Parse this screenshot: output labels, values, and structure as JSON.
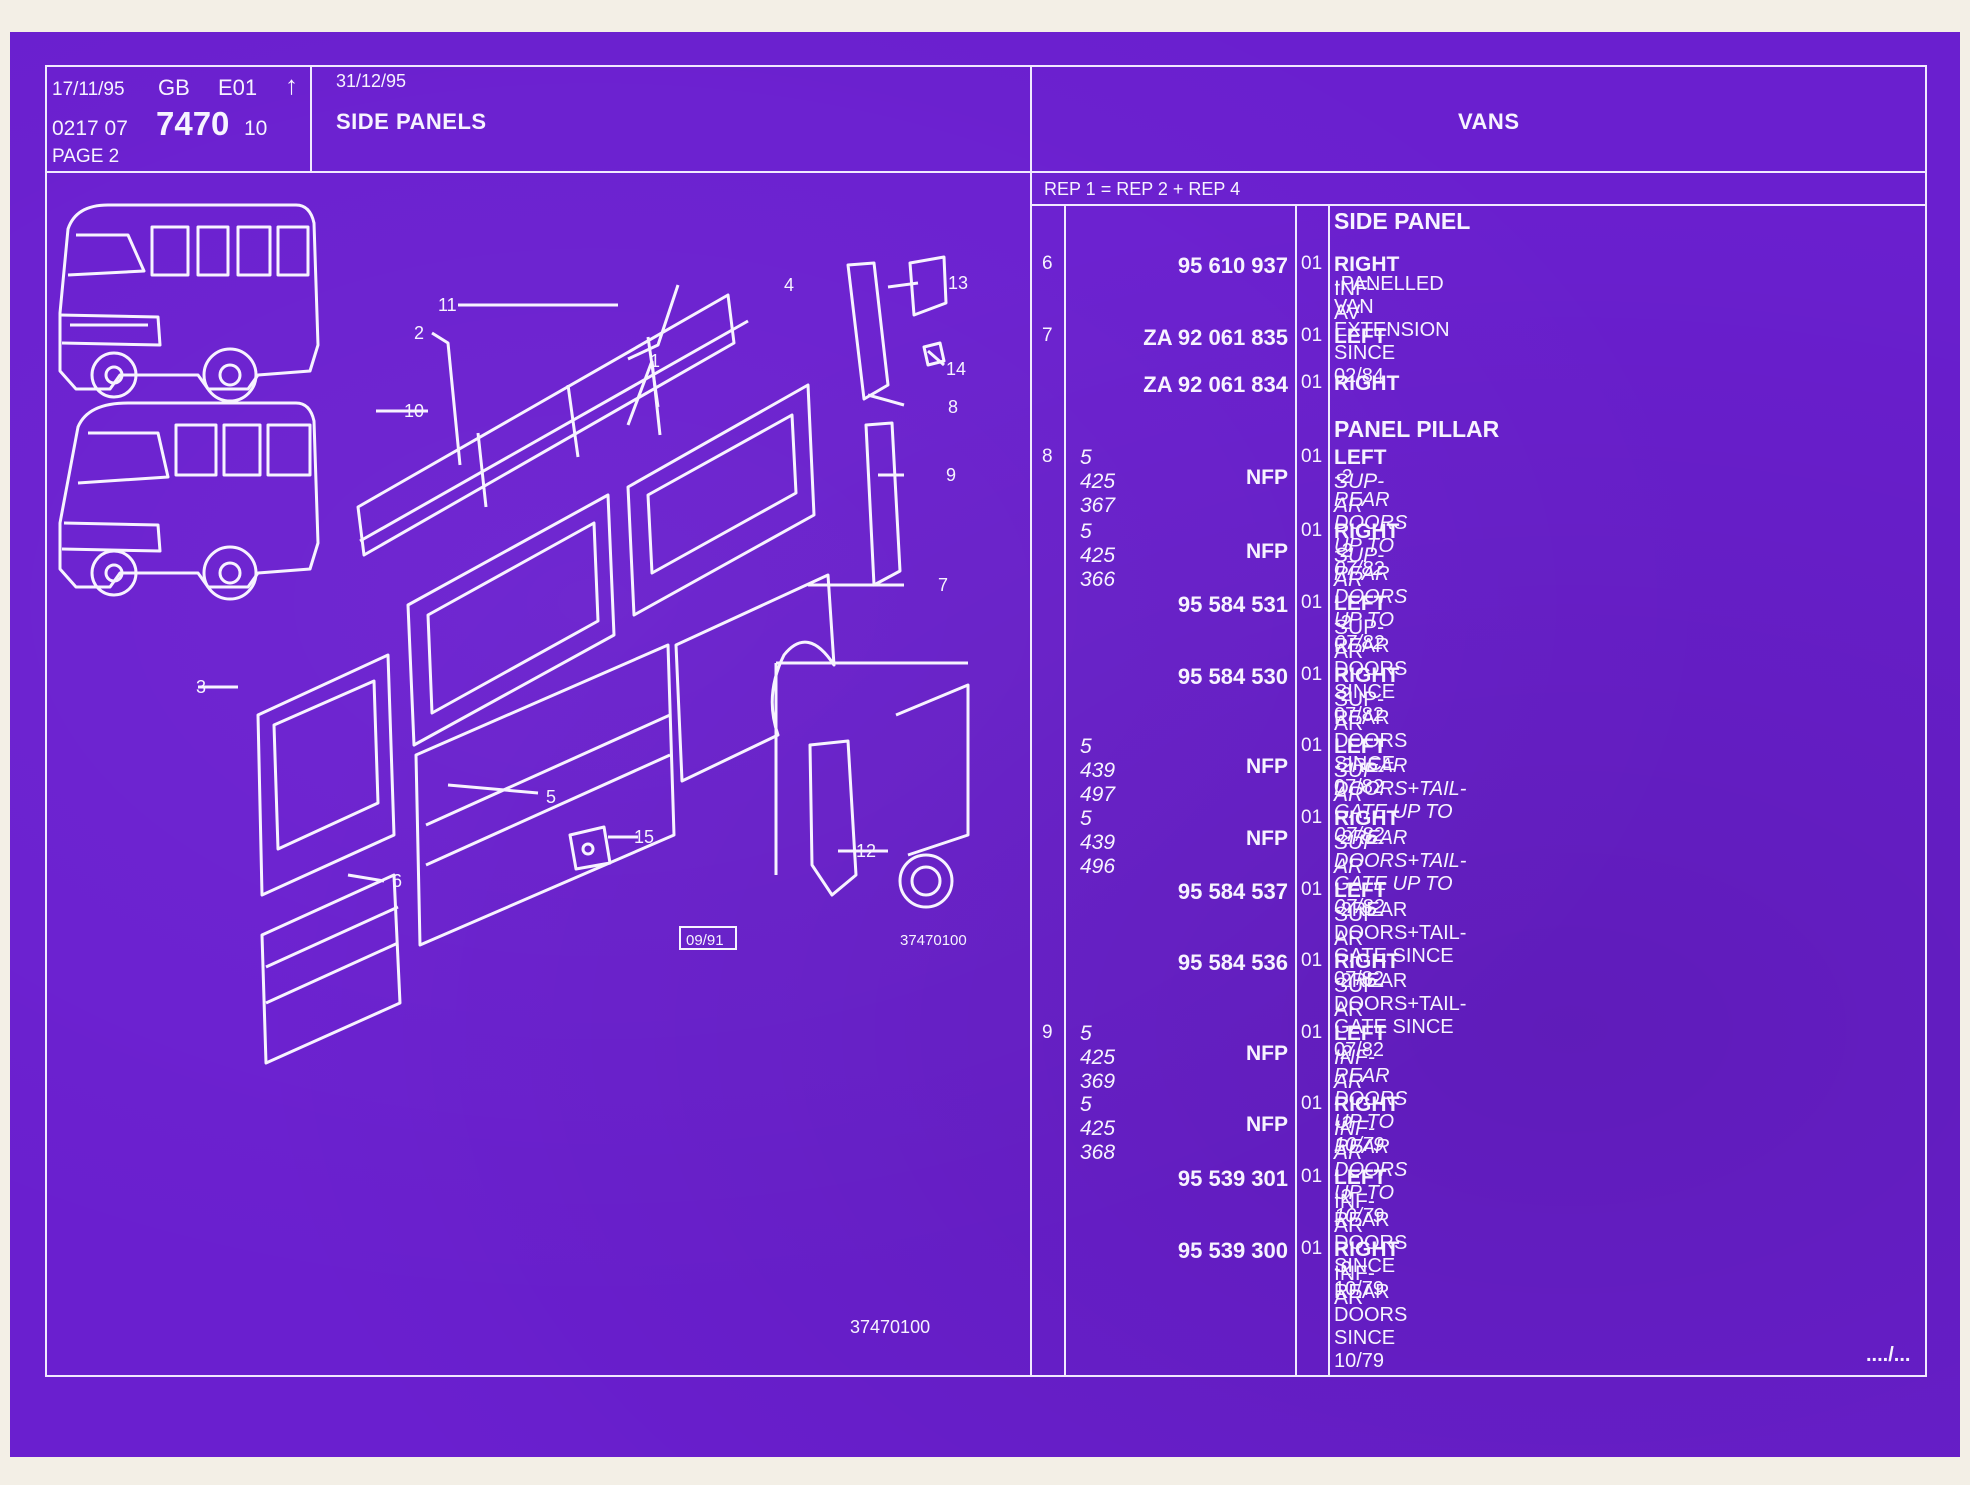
{
  "header": {
    "date1": "17/11/95",
    "lang": "GB",
    "edition": "E01",
    "arrow": "↑",
    "code_prefix": "0217  07",
    "code_main": "7470",
    "code_suffix": "10",
    "page": "PAGE  2",
    "date2": "31/12/95",
    "section_title": "SIDE PANELS",
    "vehicle": "VANS"
  },
  "rep_note": "REP 1  =  REP 2  +  REP 4",
  "diagram": {
    "callouts": [
      "1",
      "2",
      "3",
      "4",
      "5",
      "6",
      "7",
      "8",
      "9",
      "10",
      "11",
      "12",
      "13",
      "14",
      "15"
    ],
    "date_box": "09/91",
    "inset_ref": "37470100",
    "footer_ref": "37470100"
  },
  "continuation": "..../...",
  "parts": [
    {
      "type": "title",
      "text": "SIDE PANEL"
    },
    {
      "ref": "6",
      "pn": "95 610 937",
      "pn_style": "right",
      "qty": "01",
      "side": "RIGHT",
      "pos": "INF-AV",
      "pos_italic": false,
      "note": "-PANELLED VAN EXTENSION SINCE 02/84",
      "note_italic": false,
      "nfp": ""
    },
    {
      "ref": "7",
      "pn": "ZA 92 061 835",
      "pn_style": "right",
      "qty": "01",
      "side": "LEFT",
      "pos": "",
      "pos_italic": false,
      "note": "",
      "note_italic": false,
      "nfp": ""
    },
    {
      "ref": "",
      "pn": "ZA 92 061 834",
      "pn_style": "right",
      "qty": "01",
      "side": "RIGHT",
      "pos": "",
      "pos_italic": false,
      "note": "",
      "note_italic": false,
      "nfp": ""
    },
    {
      "type": "title",
      "text": "PANEL PILLAR"
    },
    {
      "ref": "8",
      "pn": "5 425 367",
      "pn_style": "left",
      "qty": "01",
      "side": "LEFT",
      "pos": "SUP-AR",
      "pos_italic": true,
      "note": "-2 REAR DOORS UP TO 07/82",
      "note_italic": true,
      "nfp": "NFP"
    },
    {
      "ref": "",
      "pn": "5 425 366",
      "pn_style": "left",
      "qty": "01",
      "side": "RIGHT",
      "pos": "SUP-AR",
      "pos_italic": true,
      "note": "-2 REAR DOORS UP TO 07/82",
      "note_italic": true,
      "nfp": "NFP"
    },
    {
      "ref": "",
      "pn": "95 584 531",
      "pn_style": "right",
      "qty": "01",
      "side": "LEFT",
      "pos": "SUP-AR",
      "pos_italic": false,
      "note": "-2 REAR DOORS SINCE 07/82",
      "note_italic": false,
      "nfp": ""
    },
    {
      "ref": "",
      "pn": "95 584 530",
      "pn_style": "right",
      "qty": "01",
      "side": "RIGHT",
      "pos": "SUP-AR",
      "pos_italic": false,
      "note": "-2 REAR DOORS SINCE 07/82",
      "note_italic": false,
      "nfp": ""
    },
    {
      "ref": "",
      "pn": "5 439 497",
      "pn_style": "left",
      "qty": "01",
      "side": "LEFT",
      "pos": "SUP-AR",
      "pos_italic": true,
      "note": "-2REAR DOORS+TAIL-GATE UP TO 07/82",
      "note_italic": true,
      "nfp": "NFP"
    },
    {
      "ref": "",
      "pn": "5 439 496",
      "pn_style": "left",
      "qty": "01",
      "side": "RIGHT",
      "pos": "SUP-AR",
      "pos_italic": true,
      "note": "-2REAR DOORS+TAIL-GATE UP TO 07/82",
      "note_italic": true,
      "nfp": "NFP"
    },
    {
      "ref": "",
      "pn": "95 584 537",
      "pn_style": "right",
      "qty": "01",
      "side": "LEFT",
      "pos": "SUP-AR",
      "pos_italic": false,
      "note": "-2REAR DOORS+TAIL-GATE SINCE 07/82",
      "note_italic": false,
      "nfp": ""
    },
    {
      "ref": "",
      "pn": "95 584 536",
      "pn_style": "right",
      "qty": "01",
      "side": "RIGHT",
      "pos": "SUP-AR",
      "pos_italic": false,
      "note": "-2REAR DOORS+TAIL-GATE SINCE 07/82",
      "note_italic": false,
      "nfp": ""
    },
    {
      "ref": "9",
      "pn": "5 425 369",
      "pn_style": "left",
      "qty": "01",
      "side": "LEFT",
      "pos": "INF-AR",
      "pos_italic": true,
      "note": "-2 REAR DOORS UP TO 10/79",
      "note_italic": true,
      "nfp": "NFP"
    },
    {
      "ref": "",
      "pn": "5 425 368",
      "pn_style": "left",
      "qty": "01",
      "side": "RIGHT",
      "pos": "INF-AR",
      "pos_italic": true,
      "note": "-2 REAR DOORS UP TO 10/79",
      "note_italic": true,
      "nfp": "NFP"
    },
    {
      "ref": "",
      "pn": "95 539 301",
      "pn_style": "right",
      "qty": "01",
      "side": "LEFT",
      "pos": "INF-AR",
      "pos_italic": false,
      "note": "-2 REAR DOORS SINCE 10/79",
      "note_italic": false,
      "nfp": ""
    },
    {
      "ref": "",
      "pn": "95 539 300",
      "pn_style": "right",
      "qty": "01",
      "side": "RIGHT",
      "pos": "INF-AR",
      "pos_italic": false,
      "note": "-2 REAR DOORS SINCE 10/79",
      "note_italic": false,
      "nfp": ""
    }
  ],
  "colors": {
    "background": "#6a1fcf",
    "ink": "#f7f3ff",
    "paper": "#f3efe6"
  }
}
